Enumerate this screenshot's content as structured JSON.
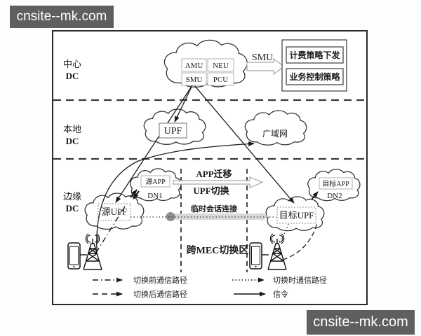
{
  "watermark": {
    "top": "cnsite--mk.com",
    "bottom": "cnsite--mk.com"
  },
  "zones": {
    "center": {
      "line1": "中心",
      "line2": "DC"
    },
    "local": {
      "line1": "本地",
      "line2": "DC"
    },
    "edge": {
      "line1": "边缘",
      "line2": "DC"
    }
  },
  "core_cloud": {
    "amu": "AMU",
    "neu": "NEU",
    "smu": "SMU",
    "pcu": "PCU"
  },
  "smu_arrow_label": "SMU",
  "policy": {
    "billing": "计费策略下发",
    "control": "业务控制策略"
  },
  "local_dc": {
    "upf": "UPF",
    "wan": "广域网"
  },
  "edge_dc": {
    "source_app": "源APP",
    "dn1": "DN1",
    "target_app": "目标APP",
    "dn2": "DN2",
    "source_upf": "源UPF",
    "target_upf": "目标UPF",
    "app_migration": "APP迁移",
    "upf_switch": "UPF切换",
    "temp_session": "临时会话连接",
    "handover_zone": "跨MEC切换区"
  },
  "legend": {
    "before": "切换前通信路径",
    "after": "切换后通信路径",
    "during": "切换时通信路径",
    "signaling": "信令"
  },
  "colors": {
    "watermark_bg": "#5f5f5f",
    "line": "#1a1a1a",
    "cloud_stroke": "#333333",
    "light_box_border": "#b0b0b0",
    "session_capsule": "#d9d9d9",
    "session_ball": "#8f8f8f"
  }
}
